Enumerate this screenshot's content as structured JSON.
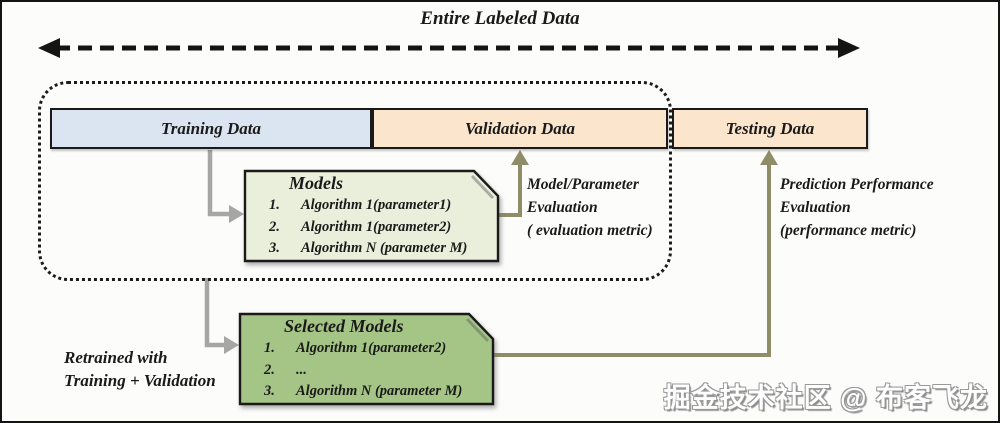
{
  "title": "Entire Labeled Data",
  "bars": {
    "training": "Training Data",
    "validation": "Validation Data",
    "testing": "Testing Data"
  },
  "models_box": {
    "title": "Models",
    "items": [
      {
        "num": "1.",
        "text": "Algorithm 1(parameter1)"
      },
      {
        "num": "2.",
        "text": "Algorithm 1(parameter2)"
      },
      {
        "num": "3.",
        "text": "Algorithm N (parameter M)"
      }
    ]
  },
  "selected_models_box": {
    "title": "Selected Models",
    "items": [
      {
        "num": "1.",
        "text": "Algorithm 1(parameter2)"
      },
      {
        "num": "2.",
        "text": "..."
      },
      {
        "num": "3.",
        "text": "Algorithm N (parameter M)"
      }
    ]
  },
  "annotations": {
    "model_eval": {
      "line1": "Model/Parameter",
      "line2": "Evaluation",
      "line3": "( evaluation metric)"
    },
    "prediction_eval": {
      "line1": "Prediction Performance",
      "line2": "Evaluation",
      "line3": "(performance metric)"
    },
    "retrained": {
      "line1": "Retrained with",
      "line2": "Training + Validation"
    }
  },
  "watermark": "掘金技术社区 @ 布客飞龙",
  "colors": {
    "training_fill": "#dbe5f1",
    "holdout_fill": "#fbe5cd",
    "models_fill": "#e9efdb",
    "selected_fill": "#a5c586",
    "olive": "#8f8c68",
    "gray": "#a6a6a6",
    "ink": "#1a1a1a"
  }
}
